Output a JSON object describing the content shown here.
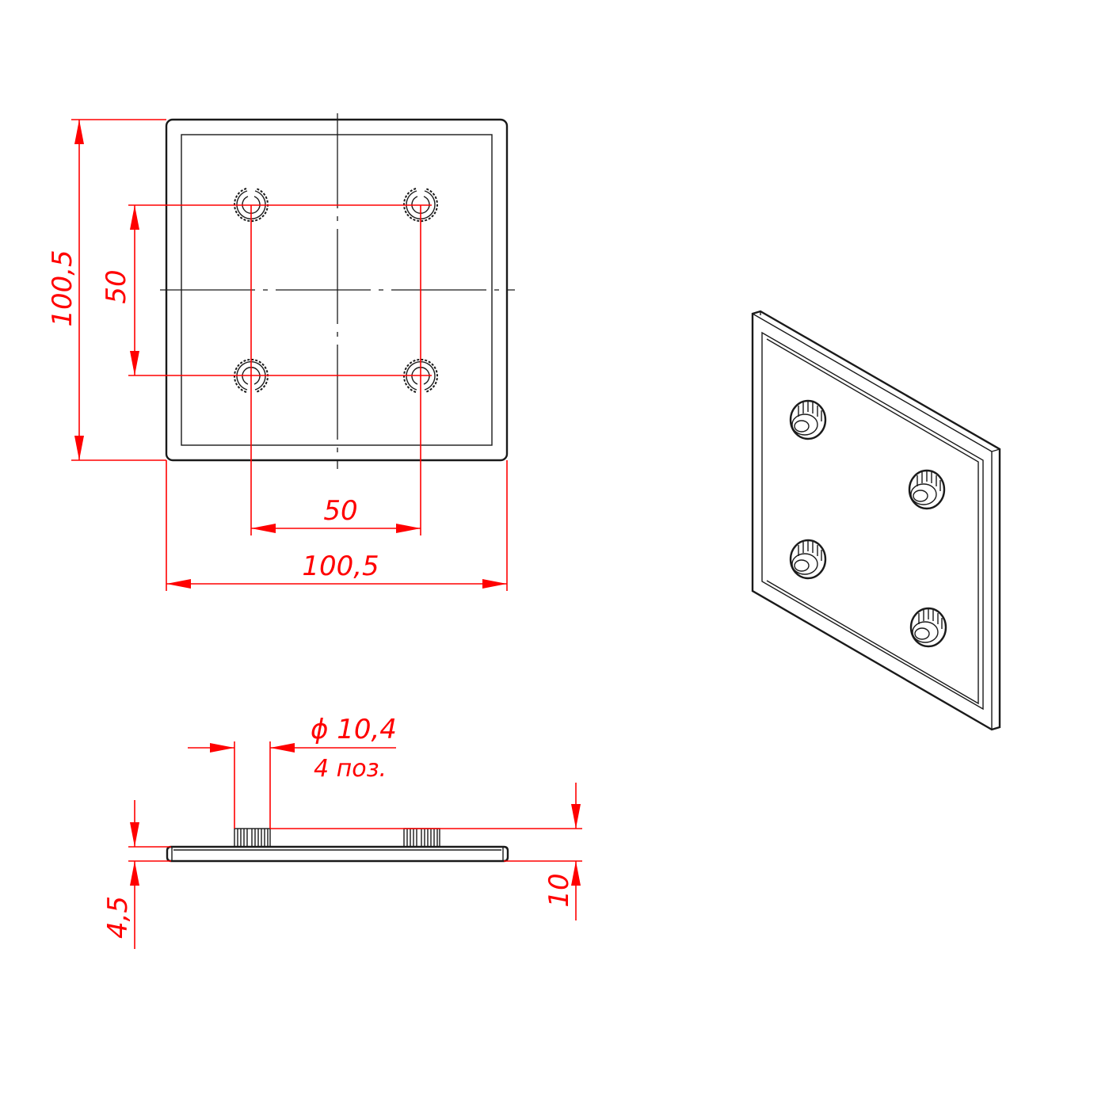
{
  "drawing": {
    "dimensions": {
      "plate_height": "100,5",
      "plate_width": "100,5",
      "hole_spacing_vertical": "50",
      "hole_spacing_horizontal": "50",
      "diameter": "ϕ 10,4",
      "quantity": "4 поз.",
      "total_height": "10",
      "plate_thickness": "4,5"
    },
    "colors": {
      "outline": "#1a1a1a",
      "dimension": "#ff0000",
      "background": "#ffffff"
    }
  }
}
